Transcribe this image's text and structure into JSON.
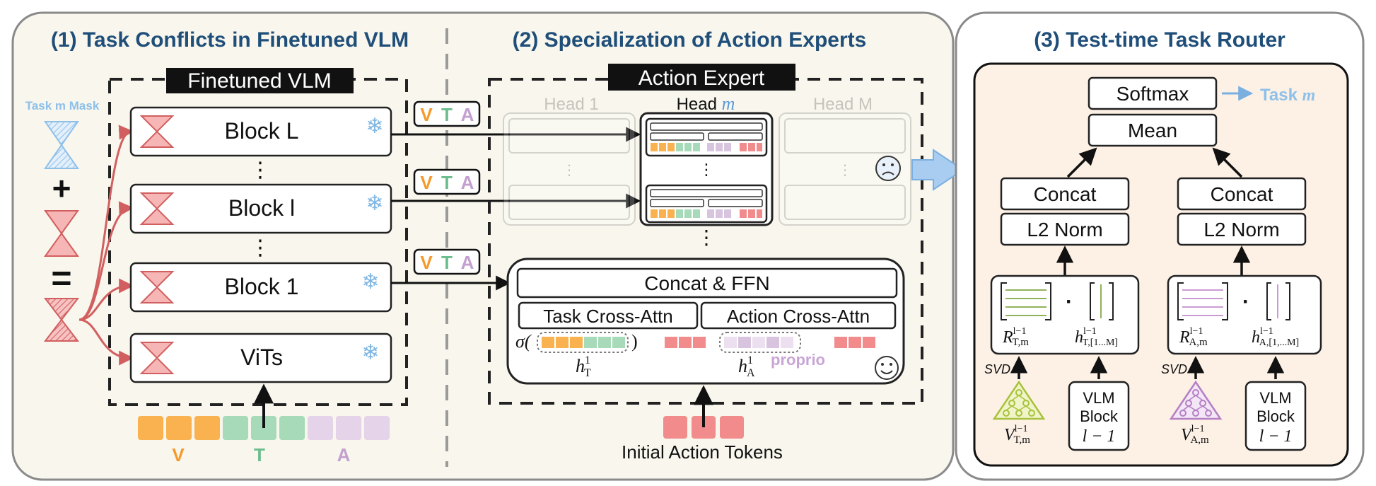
{
  "panels": {
    "p1_title": "(1) Task Conflicts in Finetuned VLM",
    "p2_title": "(2) Specialization of Action Experts",
    "p3_title": "(3) Test-time Task Router"
  },
  "vlm": {
    "title": "Finetuned VLM",
    "blocks": [
      "Block L",
      "Block l",
      "Block 1",
      "ViTs"
    ],
    "mask_label": "Task m Mask",
    "plus": "+",
    "equals": "=",
    "dots": "⋮"
  },
  "tokens": {
    "vta": [
      "V",
      "T",
      "A"
    ],
    "bottom_labels": [
      "V",
      "T",
      "A"
    ]
  },
  "action_expert": {
    "title": "Action Expert",
    "heads": [
      "Head 1",
      "Head m",
      "Head M"
    ],
    "concat_ffn": "Concat & FFN",
    "task_cross_attn": "Task Cross-Attn",
    "action_cross_attn": "Action Cross-Attn",
    "sigma": "σ(",
    "sigma_close": ")",
    "h_t": "h",
    "h_a": "h",
    "sup_1": "1",
    "sub_t": "T",
    "sub_a": "A",
    "proprio": "proprio",
    "initial_tokens": "Initial Action Tokens"
  },
  "router": {
    "softmax": "Softmax",
    "task_m": "Task m",
    "mean": "Mean",
    "concat": "Concat",
    "l2norm": "L2 Norm",
    "svd": "SVD",
    "dot": "·",
    "R_left": "R",
    "R_left_sub": "T,m",
    "R_right_sub": "A,m",
    "h_left_sub": "T,[1...M]",
    "h_right_sub": "A,[1,...M]",
    "sup_l1": "l−1",
    "V_sym": "V",
    "vlm_block": [
      "VLM",
      "Block",
      "l − 1"
    ]
  },
  "colors": {
    "orange": "#f9b24f",
    "green": "#a6dab8",
    "purple": "#d8c4df",
    "red": "#f28b8b",
    "blue": "#5b9bd5",
    "panel_bg": "#f8f6ed",
    "router_bg": "#fdf1e6"
  }
}
